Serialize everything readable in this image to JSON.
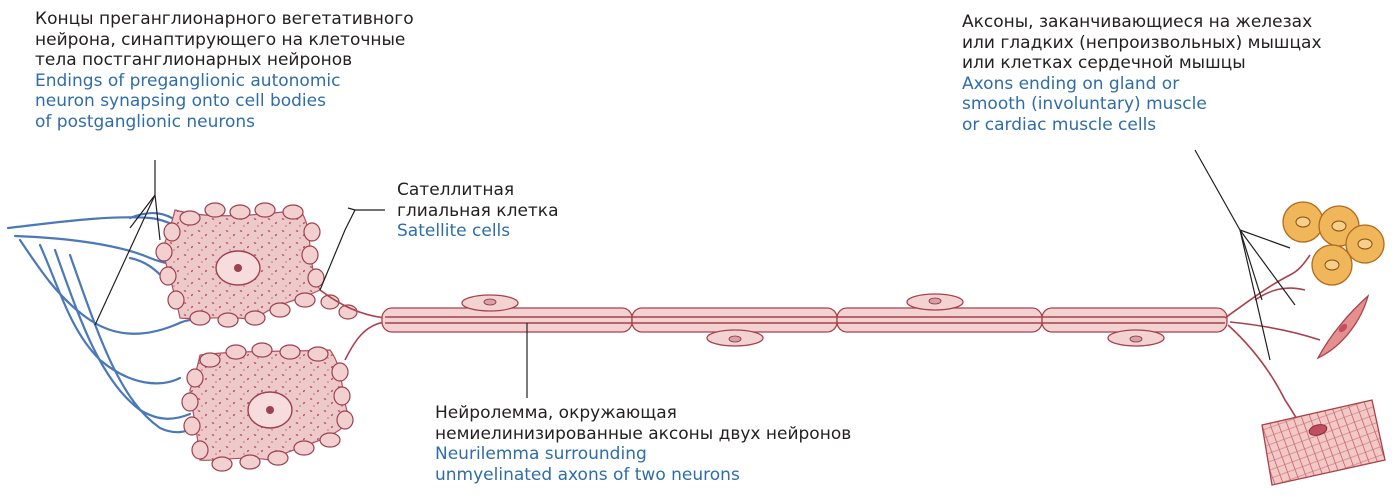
{
  "labels": {
    "preganglionic": {
      "ru": [
        "Концы преганглионарного вегетативного",
        "нейрона, синаптирующего на клеточные",
        "тела постганглионарных нейронов"
      ],
      "en": [
        "Endings of preganglionic autonomic",
        "neuron synapsing onto cell bodies",
        "of postganglionic neurons"
      ]
    },
    "axon_endings": {
      "ru": [
        "Аксоны, заканчивающиеся на железах",
        "или гладких (непроизвольных) мышцах",
        "или клетках сердечной мышцы"
      ],
      "en": [
        "Axons ending on gland or",
        "smooth (involuntary) muscle",
        "or cardiac muscle cells"
      ]
    },
    "satellite": {
      "ru": [
        "Сателлитная",
        "глиальная клетка"
      ],
      "en": [
        "Satellite cells"
      ]
    },
    "neurilemma": {
      "ru": [
        "Нейролемма, окружающая",
        "немиелинизированные аксоны двух нейронов"
      ],
      "en": [
        "Neurilemma surrounding",
        "unmyelinated axons of two neurons"
      ]
    }
  },
  "colors": {
    "preganglionic_fiber": "#4a78b8",
    "neuron_body": "#edc6c6",
    "axon_line": "#a8414b",
    "gland_cell": "#f0b65a",
    "leader_line": "#231f20",
    "english_text": "#2f6da9"
  }
}
